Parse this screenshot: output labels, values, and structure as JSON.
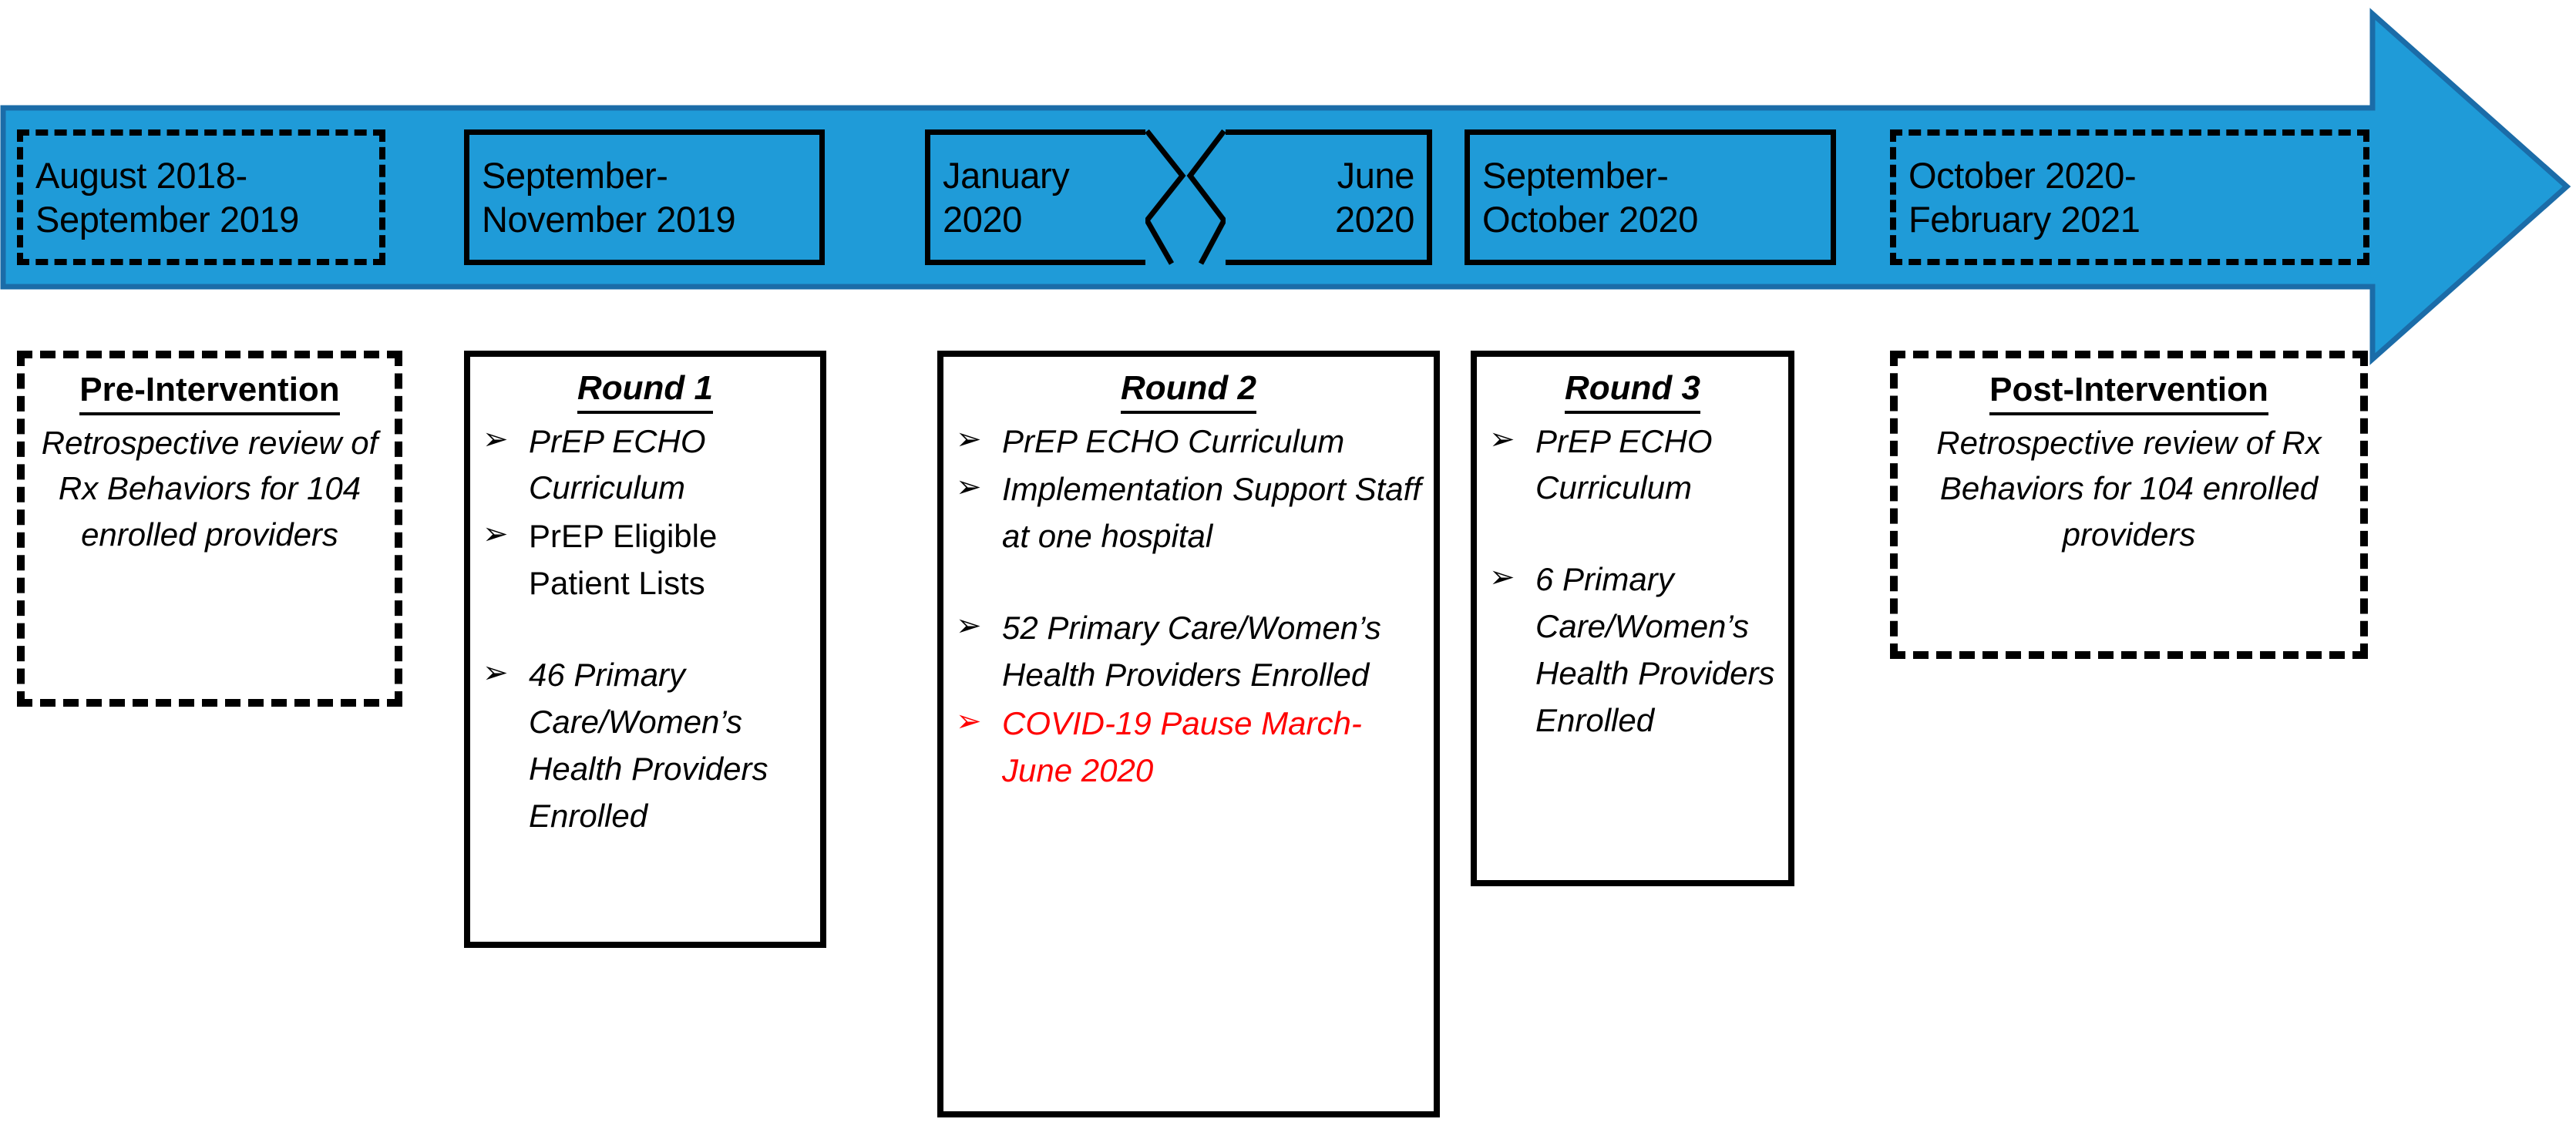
{
  "colors": {
    "arrow_fill": "#1F9BD8",
    "arrow_stroke": "#1B6CA8",
    "outline": "#000000",
    "covid_red": "#FF0000"
  },
  "timeline": {
    "periods": [
      {
        "id": "period-1",
        "style": "dashed",
        "lines": [
          "August 2018-",
          "September 2019"
        ]
      },
      {
        "id": "period-2",
        "style": "solid",
        "lines": [
          "September-",
          "November 2019"
        ]
      },
      {
        "id": "period-3-left",
        "style": "solid-split-left",
        "lines": [
          "January",
          "2020"
        ]
      },
      {
        "id": "period-3-right",
        "style": "solid-split-right",
        "lines": [
          "June",
          "2020"
        ]
      },
      {
        "id": "period-4",
        "style": "solid",
        "lines": [
          "September-",
          "October 2020"
        ]
      },
      {
        "id": "period-5",
        "style": "dashed",
        "lines": [
          "October 2020-",
          "February 2021"
        ]
      }
    ]
  },
  "cards": [
    {
      "id": "pre-intervention",
      "style": "dashed",
      "title": "Pre-Intervention",
      "title_italic": false,
      "body": "Retrospective review of Rx Behaviors for 104 enrolled providers"
    },
    {
      "id": "round-1",
      "style": "solid",
      "title": "Round 1",
      "title_italic": true,
      "bullets": [
        {
          "text": "PrEP ECHO Curriculum",
          "italic": true,
          "spaced": false,
          "red": false,
          "glyph": "➢"
        },
        {
          "text": "PrEP Eligible Patient Lists",
          "italic": false,
          "spaced": false,
          "red": false,
          "glyph": "➢"
        },
        {
          "text": "46 Primary Care/Women’s Health Providers Enrolled",
          "italic": true,
          "spaced": true,
          "red": false,
          "glyph": "➢"
        }
      ]
    },
    {
      "id": "round-2",
      "style": "solid",
      "title": "Round 2",
      "title_italic": true,
      "bullets": [
        {
          "text": "PrEP ECHO Curriculum",
          "italic": true,
          "spaced": false,
          "red": false,
          "glyph": "➢"
        },
        {
          "text": "Implementation Support Staff at one hospital",
          "italic": true,
          "spaced": false,
          "red": false,
          "glyph": "➢"
        },
        {
          "text": "52 Primary Care/Women’s Health Providers Enrolled",
          "italic": true,
          "spaced": true,
          "red": false,
          "glyph": "➢"
        },
        {
          "text": "COVID-19 Pause March-June 2020",
          "italic": true,
          "spaced": false,
          "red": true,
          "glyph": "➢"
        }
      ]
    },
    {
      "id": "round-3",
      "style": "solid",
      "title": "Round 3",
      "title_italic": true,
      "bullets": [
        {
          "text": "PrEP ECHO Curriculum",
          "italic": true,
          "spaced": false,
          "red": false,
          "glyph": "➢"
        },
        {
          "text": "6 Primary Care/Women’s Health Providers Enrolled",
          "italic": true,
          "spaced": true,
          "red": false,
          "glyph": "➢"
        }
      ]
    },
    {
      "id": "post-intervention",
      "style": "dashed",
      "title": "Post-Intervention",
      "title_italic": false,
      "body": "Retrospective review of Rx Behaviors for 104 enrolled providers"
    }
  ]
}
